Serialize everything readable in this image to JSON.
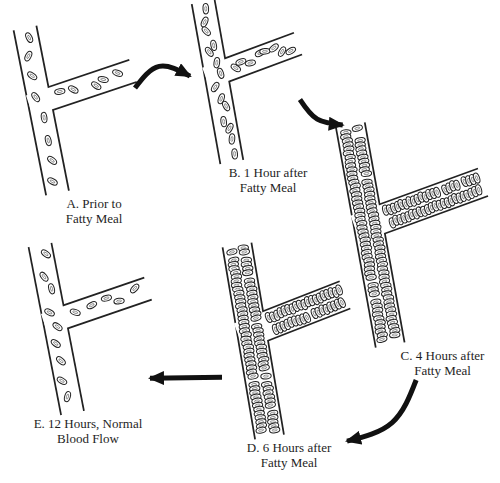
{
  "diagram": {
    "nodes": [
      {
        "text": [
          "A. Prior to Fatty Meal"
        ]
      },
      {
        "text": [
          "B. 1 Hour after Fatty Meal"
        ]
      },
      {
        "text": [
          "C. 4 Hours after Fatty Meal"
        ]
      },
      {
        "text": [
          "D. 6 Hours after Fatty Meal"
        ]
      },
      {
        "text": [
          "E. 12 Hours, Normal Blood Flow"
        ]
      }
    ],
    "edges": [
      {
        "from": 0,
        "to": 1,
        "arrow": "to"
      },
      {
        "from": 1,
        "to": 2,
        "arrow": "to"
      },
      {
        "from": 2,
        "to": 3,
        "arrow": "to"
      },
      {
        "from": 3,
        "to": 4,
        "arrow": "to"
      }
    ]
  }
}
